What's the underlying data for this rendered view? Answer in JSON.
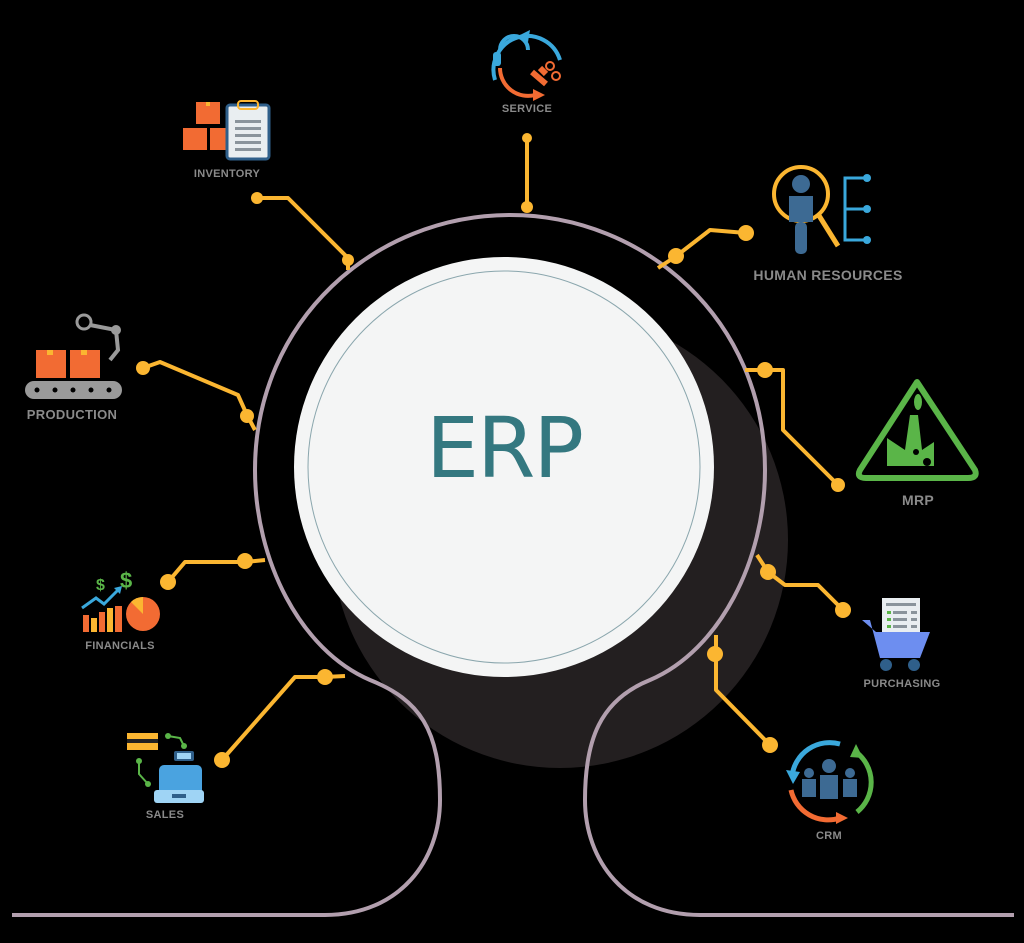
{
  "center": {
    "label": "ERP",
    "text_color": "#347880",
    "circle_fill": "#f4f5f5",
    "shadow_color": "#231f20"
  },
  "colors": {
    "background": "#000000",
    "outline": "#b29fae",
    "connector": "#fbb631",
    "label_gray": "#8a8a8a"
  },
  "modules": [
    {
      "id": "service",
      "label": "SERVICE",
      "icon": "headset-wrench-cycle-icon"
    },
    {
      "id": "inventory",
      "label": "INVENTORY",
      "icon": "boxes-clipboard-icon"
    },
    {
      "id": "human-resources",
      "label": "HUMAN RESOURCES",
      "icon": "magnifier-person-org-icon"
    },
    {
      "id": "production",
      "label": "PRODUCTION",
      "icon": "conveyor-robot-arm-icon"
    },
    {
      "id": "mrp",
      "label": "MRP",
      "icon": "factory-triangle-icon"
    },
    {
      "id": "financials",
      "label": "FINANCIALS",
      "icon": "finance-chart-icon"
    },
    {
      "id": "purchasing",
      "label": "PURCHASING",
      "icon": "shopping-cart-checklist-icon"
    },
    {
      "id": "sales",
      "label": "SALES",
      "icon": "cash-register-icon"
    },
    {
      "id": "crm",
      "label": "CRM",
      "icon": "people-cycle-icon"
    }
  ]
}
